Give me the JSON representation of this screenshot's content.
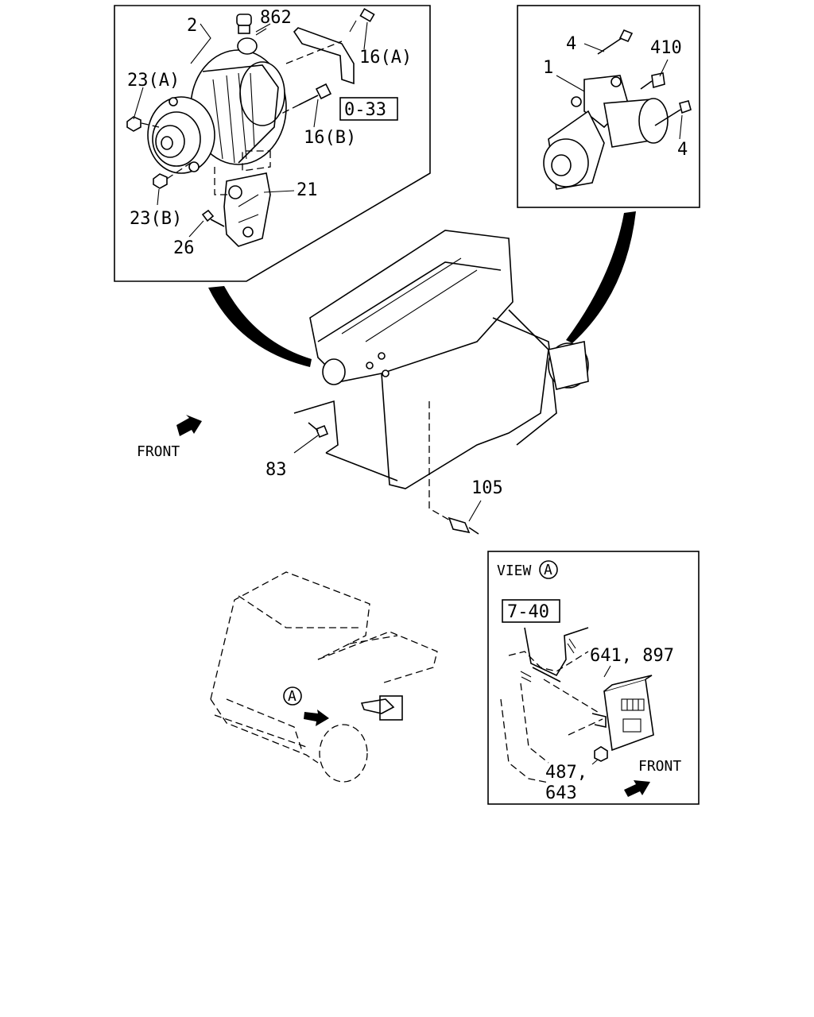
{
  "alternator_inset": {
    "callouts": {
      "alternator": "2",
      "cap": "862",
      "bolt_16a": "16(A)",
      "ref_box": "0-33",
      "nut_23a": "23(A)",
      "bolt_16b": "16(B)",
      "bracket": "21",
      "nut_23b": "23(B)",
      "bolt_26": "26"
    }
  },
  "starter_inset": {
    "callouts": {
      "bolt_top": "4",
      "starter": "1",
      "bolt_410": "410",
      "bolt_bottom": "4"
    }
  },
  "engine": {
    "callouts": {
      "front_label": "FRONT",
      "bolt_83": "83",
      "sensor_105": "105"
    }
  },
  "vehicle": {
    "view_marker": "A"
  },
  "view_a_inset": {
    "title": "VIEW",
    "marker": "A",
    "ref_box": "7-40",
    "callouts": {
      "unit": "641, 897",
      "nut_line1": "487,",
      "nut_line2": "643",
      "front_label": "FRONT"
    }
  }
}
